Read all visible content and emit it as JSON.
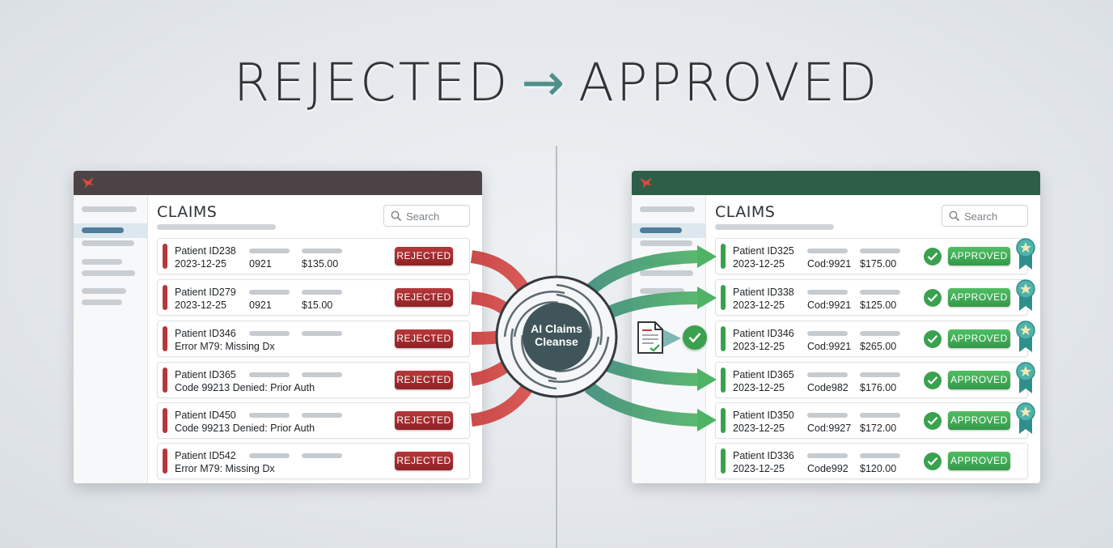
{
  "headline": {
    "left": "REJECTED",
    "arrow": "→",
    "right": "APPROVED"
  },
  "left_panel": {
    "title": "CLAIMS",
    "search_placeholder": "Search",
    "rows": [
      {
        "patient": "Patient ID238",
        "line2": "2023-12-25",
        "code": "0921",
        "amount": "$135.00",
        "status": "REJECTED"
      },
      {
        "patient": "Patient ID279",
        "line2": "2023-12-25",
        "code": "0921",
        "amount": "$15.00",
        "status": "REJECTED"
      },
      {
        "patient": "Patient ID346",
        "line2": "Error M79: Missing Dx",
        "code": "",
        "amount": "",
        "status": "REJECTED"
      },
      {
        "patient": "Patient ID365",
        "line2": "Code 99213 Denied: Prior Auth",
        "code": "",
        "amount": "",
        "status": "REJECTED"
      },
      {
        "patient": "Patient ID450",
        "line2": "Code 99213 Denied: Prior Auth",
        "code": "",
        "amount": "",
        "status": "REJECTED"
      },
      {
        "patient": "Patient ID542",
        "line2": "Error M79: Missing Dx",
        "code": "",
        "amount": "",
        "status": "REJECTED"
      }
    ]
  },
  "hub": {
    "label_line1": "AI Claims",
    "label_line2": "Cleanse"
  },
  "right_panel": {
    "title": "CLAIMS",
    "search_placeholder": "Search",
    "rows": [
      {
        "patient": "Patient ID325",
        "date": "2023-12-25",
        "code": "Cod:9921",
        "amount": "$175.00",
        "status": "APPROVED"
      },
      {
        "patient": "Patient ID338",
        "date": "2023-12-25",
        "code": "Cod:9921",
        "amount": "$125.00",
        "status": "APPROVED"
      },
      {
        "patient": "Patient ID346",
        "date": "2023-12-25",
        "code": "Cod:9921",
        "amount": "$265.00",
        "status": "APPROVED"
      },
      {
        "patient": "Patient ID365",
        "date": "2023-12-25",
        "code": "Code982",
        "amount": "$176.00",
        "status": "APPROVED"
      },
      {
        "patient": "Patient ID350",
        "date": "2023-12-25",
        "code": "Cod:9927",
        "amount": "$172.00",
        "status": "APPROVED"
      },
      {
        "patient": "Patient ID336",
        "date": "2023-12-25",
        "code": "Code992",
        "amount": "$120.00",
        "status": "APPROVED"
      }
    ]
  },
  "icons": [
    "logo-icon",
    "search-icon",
    "checkmark-icon",
    "award-ribbon-icon",
    "document-icon"
  ],
  "colors": {
    "rejected": "#b8373a",
    "approved": "#3aa14f",
    "accent": "#4f8f8c",
    "hub": "#3f5559"
  }
}
